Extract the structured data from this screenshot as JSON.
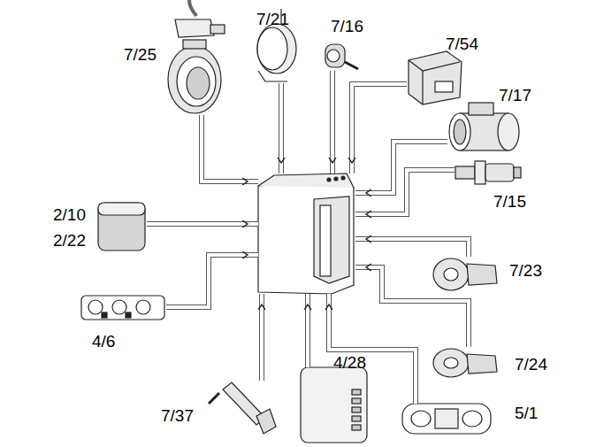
{
  "diagram": {
    "nodes": [
      {
        "text": [
          "7/25"
        ]
      },
      {
        "text": [
          "7/21"
        ]
      },
      {
        "text": [
          "7/16"
        ]
      },
      {
        "text": [
          "7/54"
        ]
      },
      {
        "text": [
          "7/17"
        ]
      },
      {
        "text": [
          "7/15"
        ]
      },
      {
        "text": [
          "2/10",
          "2/22"
        ]
      },
      {
        "text": []
      },
      {
        "text": [
          "4/6"
        ]
      },
      {
        "text": [
          "7/23"
        ]
      },
      {
        "text": [
          "7/24"
        ]
      },
      {
        "text": [
          "7/37"
        ]
      },
      {
        "text": [
          "4/28"
        ]
      },
      {
        "text": [
          "5/1"
        ]
      }
    ],
    "edges": [
      {
        "from": 0,
        "to": 7,
        "arrow": "to"
      },
      {
        "from": 1,
        "to": 7,
        "arrow": "to"
      },
      {
        "from": 2,
        "to": 7,
        "arrow": "to"
      },
      {
        "from": 3,
        "to": 7,
        "arrow": "to"
      },
      {
        "from": 4,
        "to": 7,
        "arrow": "to"
      },
      {
        "from": 5,
        "to": 7,
        "arrow": "to"
      },
      {
        "from": 6,
        "to": 7,
        "arrow": "to"
      },
      {
        "from": 8,
        "to": 7,
        "arrow": "to"
      },
      {
        "from": 9,
        "to": 7,
        "arrow": "to"
      },
      {
        "from": 10,
        "to": 7,
        "arrow": "to"
      },
      {
        "from": 11,
        "to": 7,
        "arrow": "to"
      },
      {
        "from": 12,
        "to": 7,
        "arrow": "to"
      },
      {
        "from": 13,
        "to": 7,
        "arrow": "to"
      }
    ]
  }
}
